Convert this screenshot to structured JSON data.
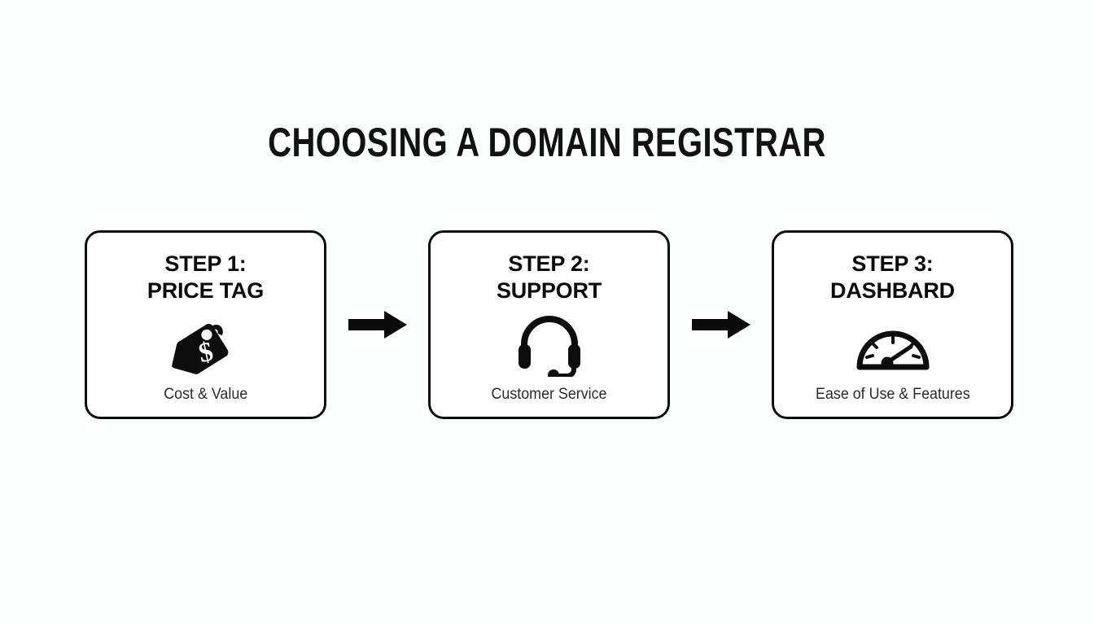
{
  "page": {
    "title": "CHOOSING A DOMAIN REGISTRAR",
    "background_color": "#fcfdfd",
    "ink_color": "#0d0d0d"
  },
  "flow": {
    "steps": [
      {
        "heading": "STEP 1:\nPRICE TAG",
        "icon": "price-tag-dollar-icon",
        "caption": "Cost & Value"
      },
      {
        "heading": "STEP 2:\nSUPPORT",
        "icon": "headset-icon",
        "caption": "Customer Service"
      },
      {
        "heading": "STEP 3:\nDASHBARD",
        "icon": "gauge-speedometer-icon",
        "caption": "Ease of Use & Features"
      }
    ],
    "connectors": [
      {
        "icon": "arrow-right-icon"
      },
      {
        "icon": "arrow-right-icon"
      }
    ]
  }
}
